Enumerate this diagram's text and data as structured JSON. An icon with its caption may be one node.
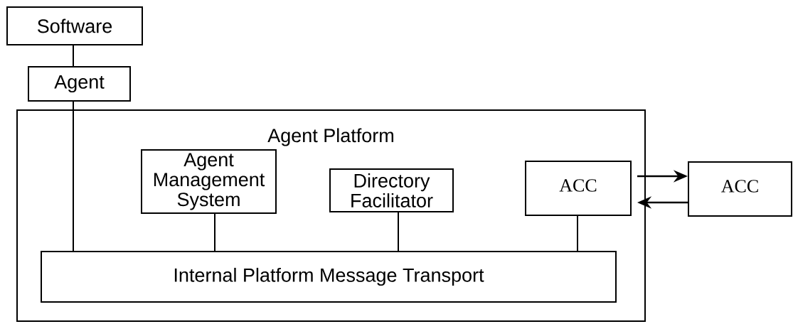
{
  "diagram": {
    "nodes": [
      {
        "text": [
          "Software"
        ]
      },
      {
        "text": [
          "Agent"
        ]
      },
      {
        "text": [
          "Agent Platform"
        ]
      },
      {
        "text": [
          "Agent Management System"
        ],
        "in": 2
      },
      {
        "text": [
          "Directory Facilitator"
        ],
        "in": 2
      },
      {
        "text": [
          "ACC"
        ],
        "in": 2
      },
      {
        "text": [
          "Internal Platform Message Transport"
        ],
        "in": 2
      },
      {
        "text": [
          "ACC"
        ]
      }
    ],
    "edges": [
      {
        "from": 0,
        "to": 1,
        "arrow": "none"
      },
      {
        "from": 1,
        "to": 6,
        "arrow": "none"
      },
      {
        "from": 3,
        "to": 6,
        "arrow": "none"
      },
      {
        "from": 4,
        "to": 6,
        "arrow": "none"
      },
      {
        "from": 5,
        "to": 6,
        "arrow": "none"
      },
      {
        "from": 5,
        "to": 7,
        "arrow": "to"
      },
      {
        "from": 7,
        "to": 5,
        "arrow": "to"
      }
    ]
  }
}
